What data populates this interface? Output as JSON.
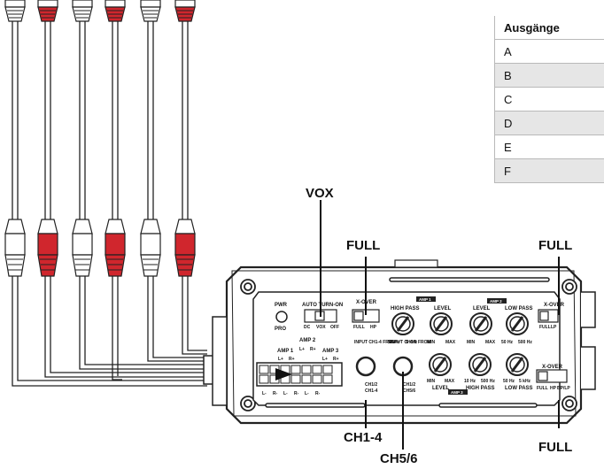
{
  "callouts": {
    "vox": "VOX",
    "full_xover_amp1": "FULL",
    "full_xover_amp2": "FULL",
    "full_xover_amp3": "FULL",
    "ch1_4": "CH1-4",
    "ch5_6": "CH5/6"
  },
  "table": {
    "header": "Ausgänge",
    "rows": [
      "A",
      "B",
      "C",
      "D",
      "E",
      "F"
    ]
  },
  "amplifier": {
    "pwr": "PWR",
    "pro": "PRO",
    "auto_turn_on": "AUTO TURN-ON",
    "auto_opts": [
      "DC",
      "VOX",
      "OFF"
    ],
    "xover": "X-OVER",
    "xover_amp1_opts": [
      "FULL",
      "HP"
    ],
    "xover_amp2_opts": [
      "FULL",
      "LP"
    ],
    "xover_amp3_opts": [
      "FULL",
      "HP",
      "BP/LP"
    ],
    "amp1_badge": "AMP 1",
    "amp2_badge": "AMP 2",
    "amp3_badge": "AMP 3",
    "high_pass": "HIGH PASS",
    "low_pass": "LOW PASS",
    "level": "LEVEL",
    "min": "MIN",
    "max": "MAX",
    "hz_50": "50 Hz",
    "khz_5": "5 kHz",
    "hz_500": "500 Hz",
    "hz_10": "10 Hz",
    "amp_1": "AMP 1",
    "amp_2": "AMP 2",
    "amp_3": "AMP 3",
    "l_plus": "L+",
    "r_plus": "R+",
    "l_minus": "L-",
    "r_minus": "R-",
    "input_ch14": "INPUT CH1-4 FROM",
    "input_ch56": "INPUT CH5/6 FROM",
    "ch12": "CH1/2",
    "ch14": "CH1-4",
    "ch56": "CH5/6"
  }
}
